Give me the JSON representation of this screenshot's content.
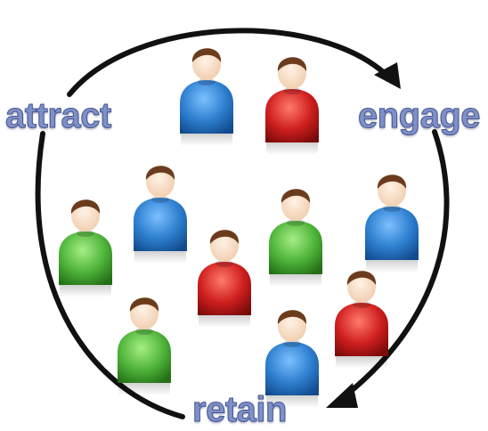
{
  "labels": {
    "attract": "attract",
    "engage": "engage",
    "retain": "retain"
  },
  "colors": {
    "label_fill": "#7e90c8",
    "label_stroke": "#46548f",
    "arrow": "#111111",
    "skin": "#f6dcc4",
    "hair": "#6b3c1c",
    "blue_person": "#2e7fd0",
    "red_person": "#cf1f1f",
    "green_person": "#4fb43a"
  },
  "people": [
    {
      "color": "blue"
    },
    {
      "color": "red"
    },
    {
      "color": "green"
    },
    {
      "color": "blue"
    },
    {
      "color": "red"
    },
    {
      "color": "green"
    },
    {
      "color": "blue"
    },
    {
      "color": "green"
    },
    {
      "color": "red"
    },
    {
      "color": "blue"
    }
  ]
}
